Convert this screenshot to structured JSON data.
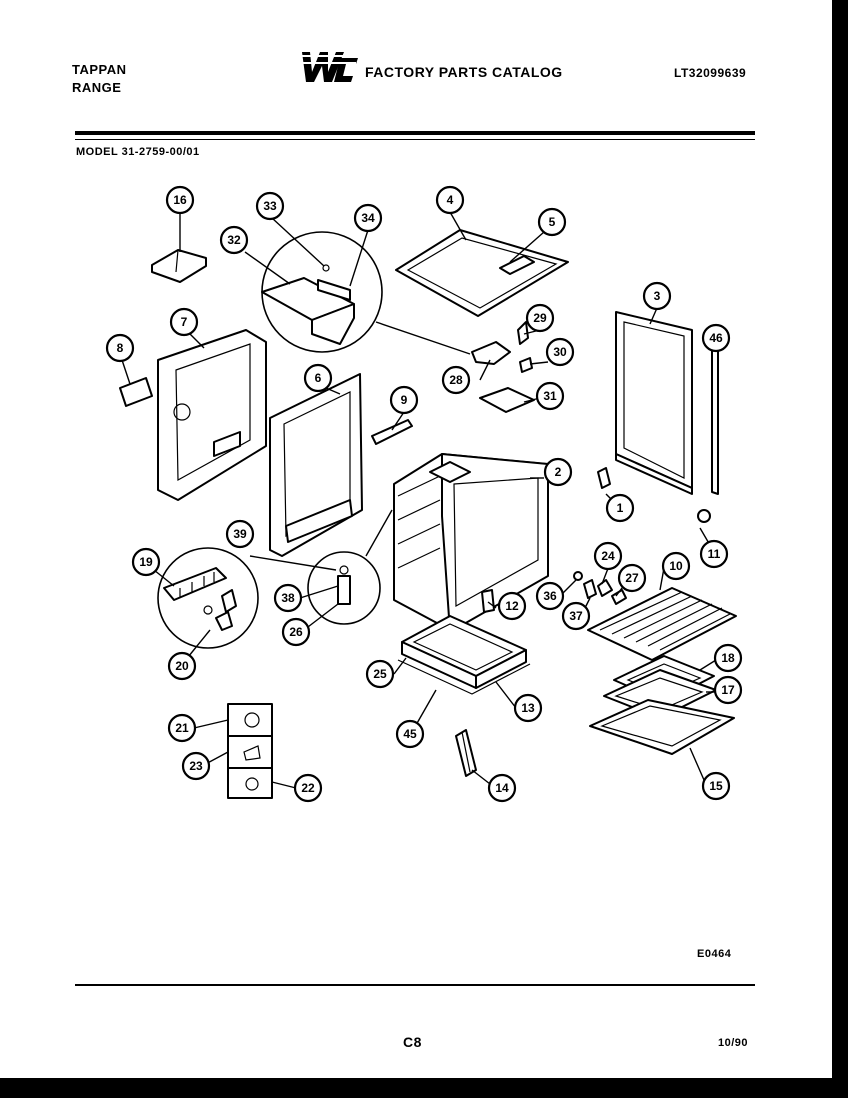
{
  "header": {
    "brand_line1": "TAPPAN",
    "brand_line2": "RANGE",
    "catalog_title": "FACTORY PARTS CATALOG",
    "catalog_number": "LT32099639",
    "model_label": "MODEL 31-2759-00/01"
  },
  "footer": {
    "diagram_code": "E0464",
    "page_code": "C8",
    "date_code": "10/90"
  },
  "callouts": [
    "1",
    "2",
    "3",
    "4",
    "5",
    "6",
    "7",
    "8",
    "9",
    "10",
    "11",
    "12",
    "13",
    "14",
    "15",
    "16",
    "17",
    "18",
    "19",
    "20",
    "21",
    "22",
    "23",
    "24",
    "25",
    "26",
    "27",
    "28",
    "29",
    "30",
    "31",
    "32",
    "33",
    "34",
    "36",
    "37",
    "38",
    "39",
    "45",
    "46"
  ]
}
